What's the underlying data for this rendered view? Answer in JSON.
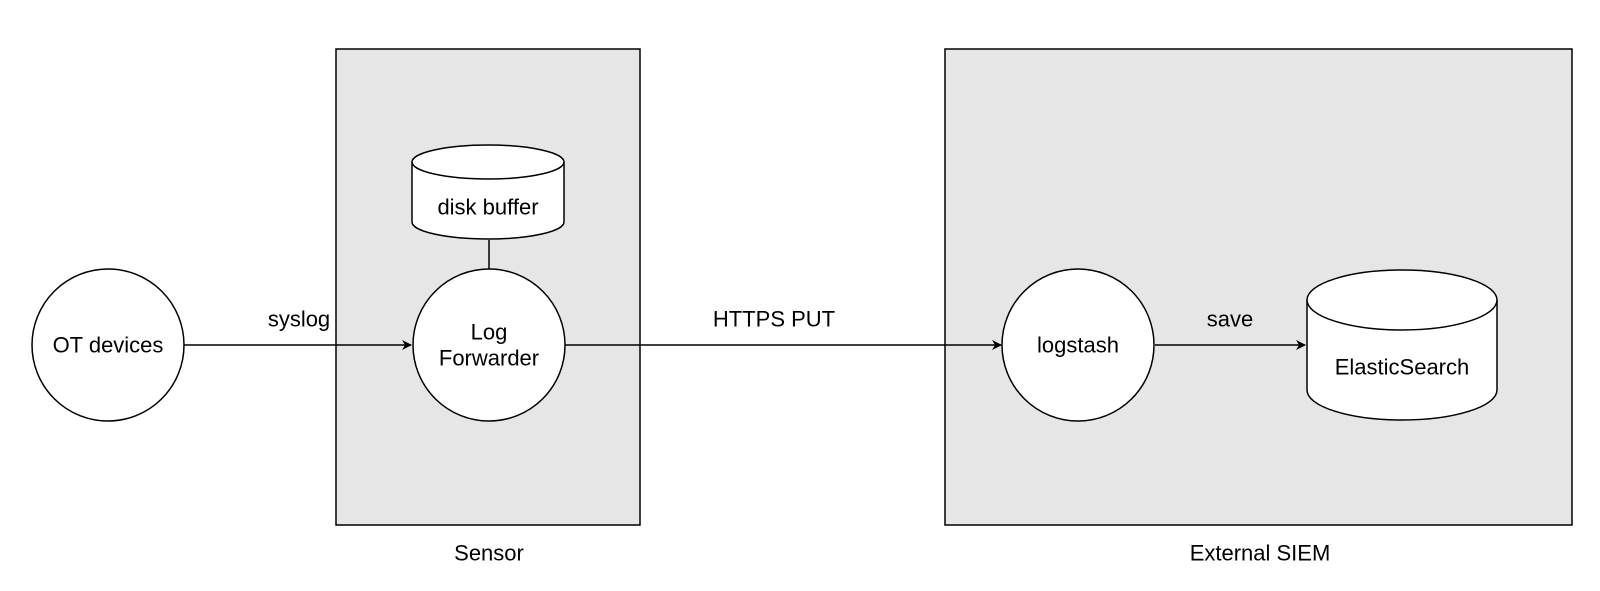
{
  "containers": {
    "sensor": {
      "label": "Sensor"
    },
    "external_siem": {
      "label": "External SIEM"
    }
  },
  "nodes": {
    "ot_devices": {
      "label": "OT devices"
    },
    "log_forwarder": {
      "label_line1": "Log",
      "label_line2": "Forwarder"
    },
    "disk_buffer": {
      "label": "disk buffer"
    },
    "logstash": {
      "label": "logstash"
    },
    "elasticsearch": {
      "label": "ElasticSearch"
    }
  },
  "edges": {
    "syslog": {
      "label": "syslog"
    },
    "https_put": {
      "label": "HTTPS PUT"
    },
    "save": {
      "label": "save"
    }
  },
  "colors": {
    "container_fill": "#e6e6e6",
    "stroke": "#000000",
    "node_fill": "#ffffff"
  }
}
